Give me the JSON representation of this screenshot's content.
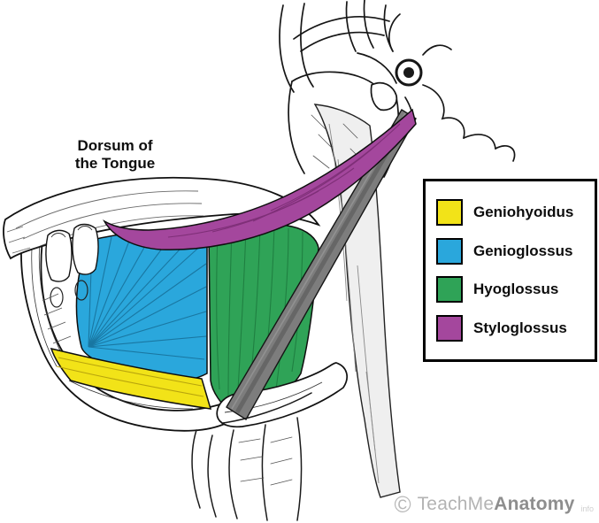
{
  "annotation": {
    "dorsum": {
      "line1": "Dorsum of",
      "line2": "the Tongue"
    }
  },
  "legend": {
    "items": [
      {
        "label": "Geniohyoidus",
        "color": "#f2e318"
      },
      {
        "label": "Genioglossus",
        "color": "#2aa7dc"
      },
      {
        "label": "Hyoglossus",
        "color": "#2fa357"
      },
      {
        "label": "Styloglossus",
        "color": "#a4479d"
      }
    ]
  },
  "watermark": {
    "symbol": "©",
    "brand_regular": "TeachMe",
    "brand_bold": "Anatomy",
    "suffix": "info"
  }
}
